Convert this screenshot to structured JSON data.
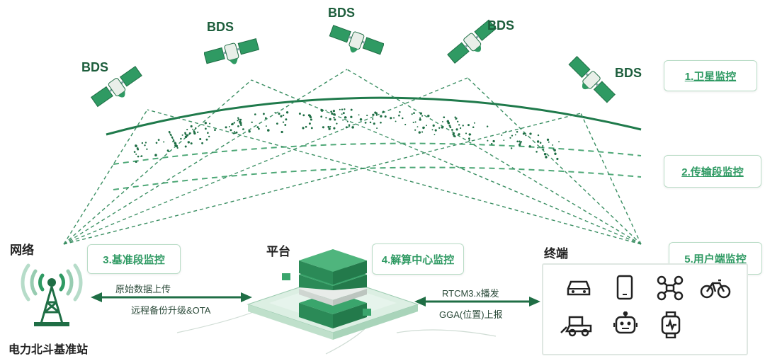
{
  "satellite_label": "BDS",
  "satellites": [
    {
      "label": "BDS"
    },
    {
      "label": "BDS"
    },
    {
      "label": "BDS"
    },
    {
      "label": "BDS"
    },
    {
      "label": "BDS"
    }
  ],
  "monitors": {
    "satellite": "1.卫星监控",
    "transmission": "2.传输段监控",
    "base": "3.基准段监控",
    "center": "4.解算中心监控",
    "user": "5.用户端监控"
  },
  "network": {
    "title": "网络",
    "station": "电力北斗基准站"
  },
  "platform": {
    "title": "平台",
    "upload": "原始数据上传",
    "backup": "远程备份升级&OTA"
  },
  "terminal": {
    "title": "终端",
    "rtcm": "RTCM3.x播发",
    "gga": "GGA(位置)上报",
    "icons": [
      "car-icon",
      "phone-icon",
      "drone-icon",
      "bicycle-icon",
      "harvester-icon",
      "robot-icon",
      "smartwatch-icon"
    ]
  },
  "colors": {
    "primary": "#2f9a63",
    "dark": "#1f6e45",
    "light": "#b9dcc6"
  }
}
